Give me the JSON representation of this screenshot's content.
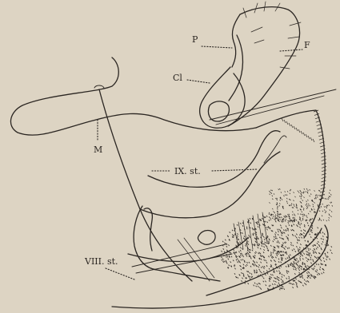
{
  "labels": {
    "P": "P",
    "F": "F",
    "Cl": "Cl",
    "M": "M",
    "IX_st": "IX. st.",
    "VIII_st": "VIII. st."
  },
  "colors": {
    "paper": "#ddd4c3",
    "ink": "#2b2622"
  }
}
